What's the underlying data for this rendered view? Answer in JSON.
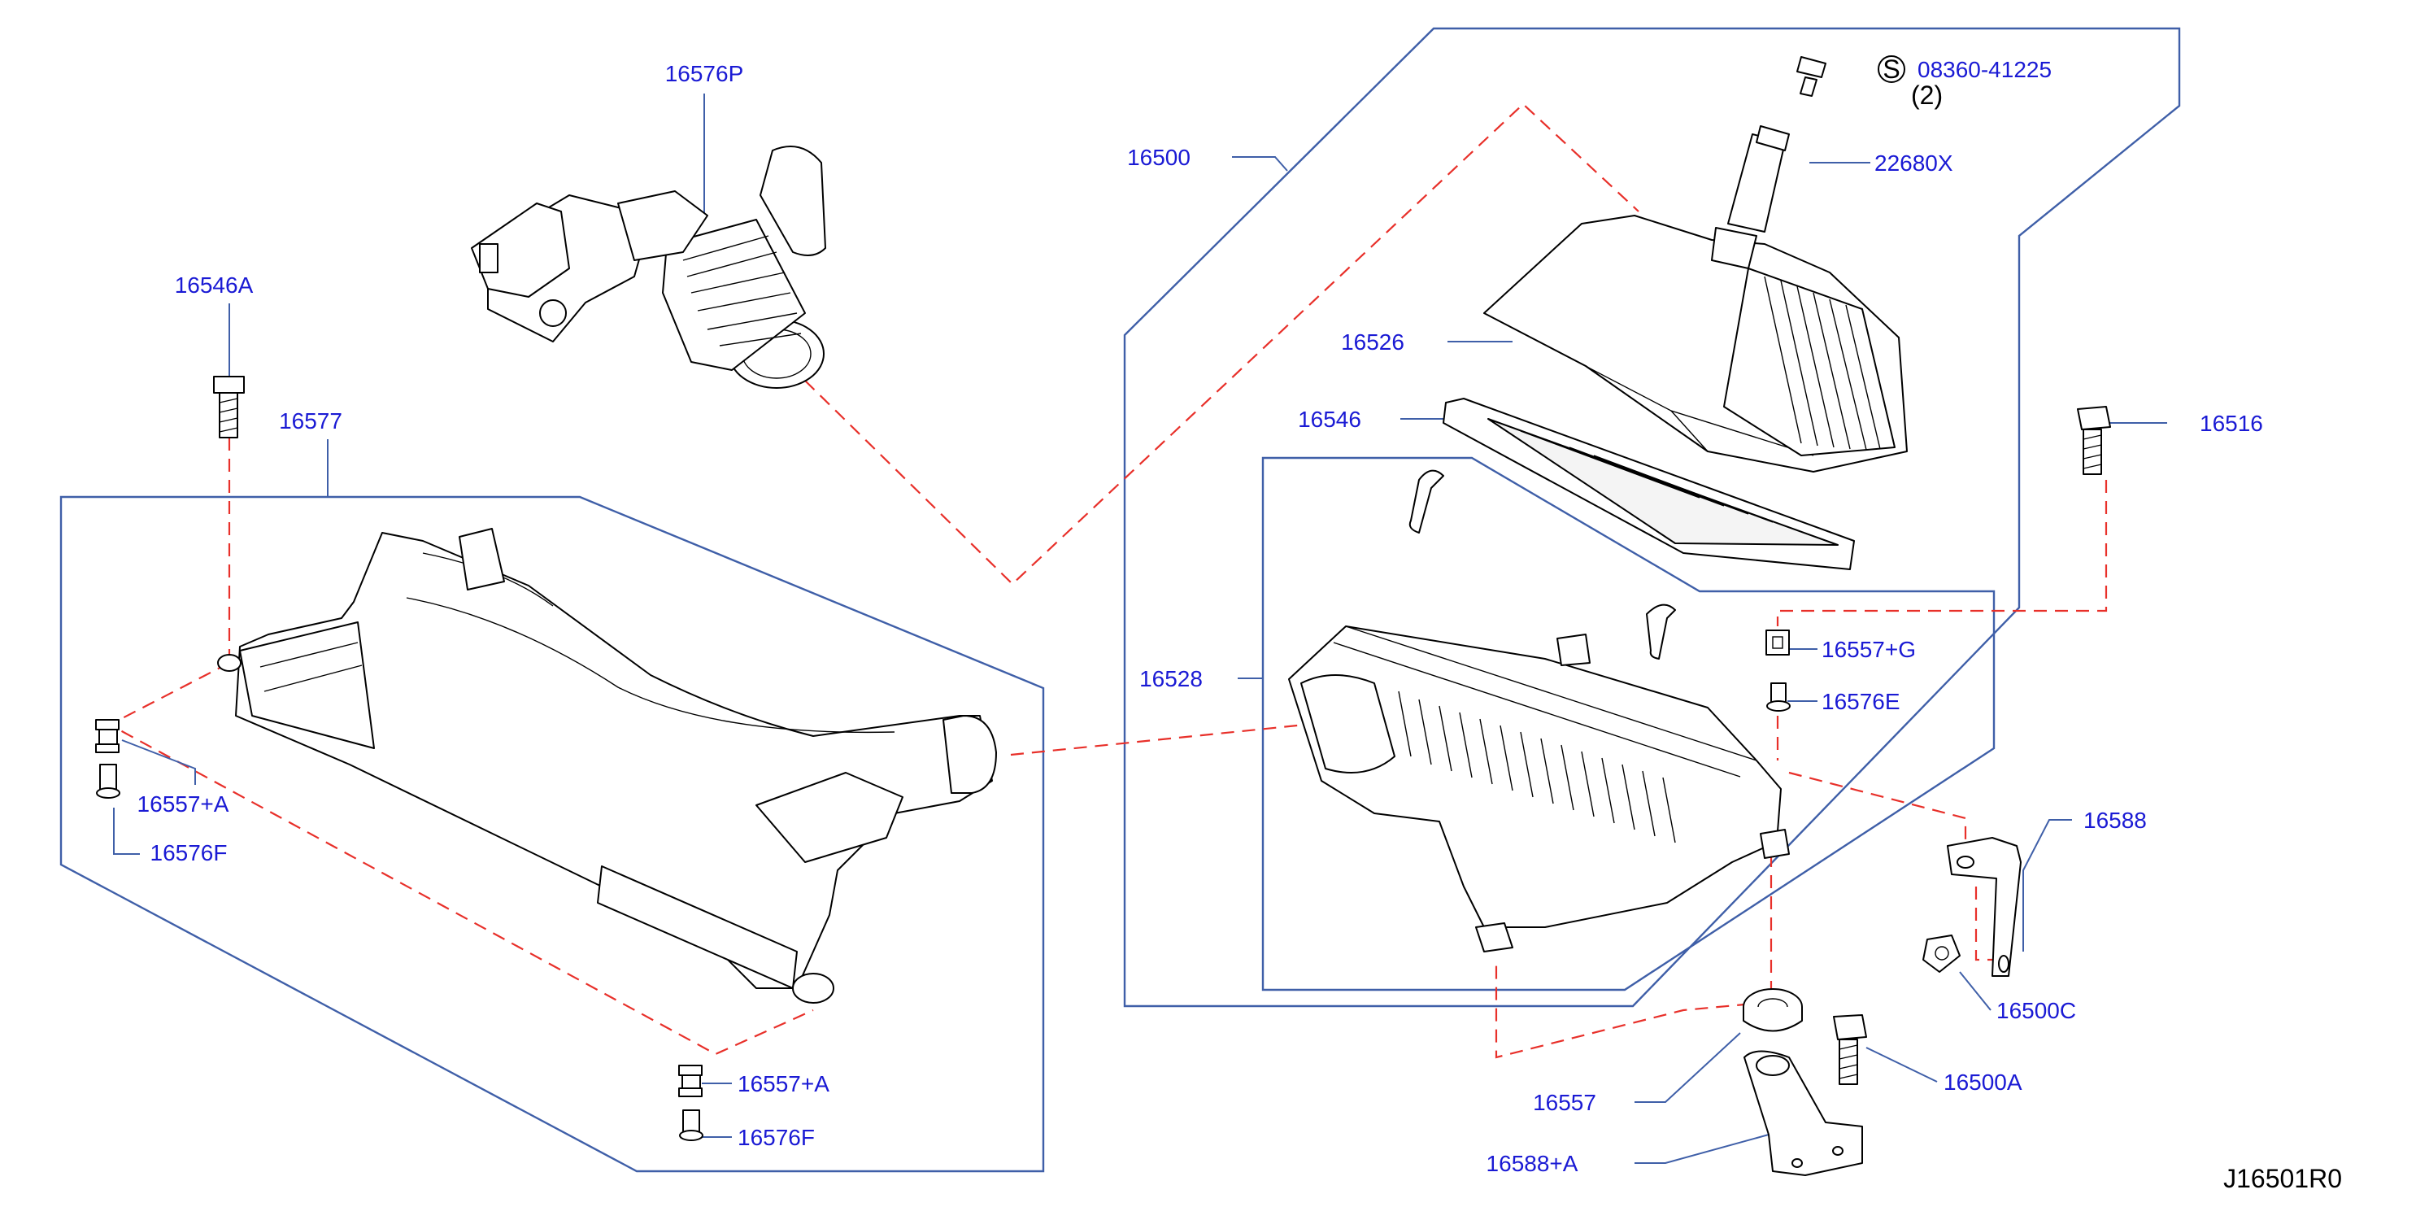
{
  "diagram_code": "J16501R0",
  "labels": {
    "p16576P": "16576P",
    "p16546A": "16546A",
    "p16577": "16577",
    "p16557A_1": "16557+A",
    "p16576F_1": "16576F",
    "p16557A_2": "16557+A",
    "p16576F_2": "16576F",
    "p16500": "16500",
    "p08360": "08360-41225",
    "p08360_qty": "(2)",
    "p22680X": "22680X",
    "p16526": "16526",
    "p16546": "16546",
    "p16528": "16528",
    "p16516": "16516",
    "p16557G": "16557+G",
    "p16576E": "16576E",
    "p16588": "16588",
    "p16500C": "16500C",
    "p16557": "16557",
    "p16500A": "16500A",
    "p16588A": "16588+A"
  },
  "symbols": {
    "standard_part_mark": "S"
  },
  "colors": {
    "label_text": "#1a1ad4",
    "frame_lines": "#3f5fa8",
    "assembly_dash_lines": "#e8302a",
    "part_outline": "#000000"
  }
}
